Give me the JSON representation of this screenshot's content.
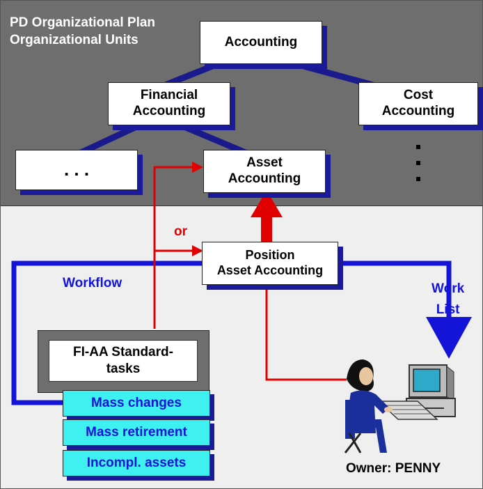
{
  "title": {
    "line1": "PD Organizational Plan",
    "line2": "Organizational Units"
  },
  "org_units": {
    "accounting": "Accounting",
    "financial_accounting": "Financial\nAccounting",
    "cost_accounting": "Cost\nAccounting",
    "ellipsis": ". . .",
    "asset_accounting": "Asset\nAccounting"
  },
  "position": "Position\nAsset Accounting",
  "labels": {
    "or": "or",
    "workflow": "Workflow",
    "work_list": "Work\nList"
  },
  "standard_tasks": "FI-AA Standard-\ntasks",
  "tasks": [
    "Mass changes",
    "Mass retirement",
    "Incompl. assets"
  ],
  "owner": "Owner: PENNY",
  "colors": {
    "panel_dark": "#6e6e6e",
    "panel_light": "#efefef",
    "hierarchy_line": "#1a1a8c",
    "workflow_blue": "#1414d8",
    "relation_red": "#e00000",
    "task_cyan": "#3ff0f0"
  }
}
